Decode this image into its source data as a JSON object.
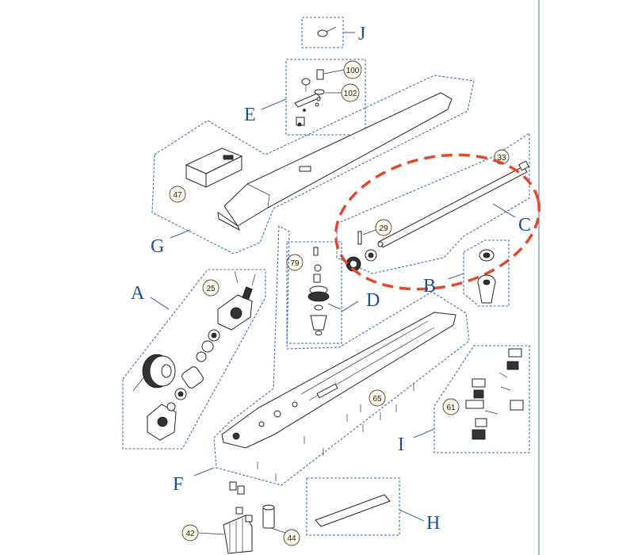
{
  "groups": [
    {
      "letter": "J"
    },
    {
      "letter": "E"
    },
    {
      "letter": "G"
    },
    {
      "letter": "C"
    },
    {
      "letter": "A"
    },
    {
      "letter": "D"
    },
    {
      "letter": "B"
    },
    {
      "letter": "I"
    },
    {
      "letter": "F"
    },
    {
      "letter": "H"
    }
  ],
  "callouts": [
    "100",
    "102",
    "47",
    "33",
    "29",
    "79",
    "25",
    "65",
    "61",
    "42",
    "44"
  ],
  "colors": {
    "group_outline": "#3a6fa8",
    "letter_text": "#1d4e8f",
    "highlight": "#e04a2a",
    "callout_fill": "#fffbe6"
  }
}
